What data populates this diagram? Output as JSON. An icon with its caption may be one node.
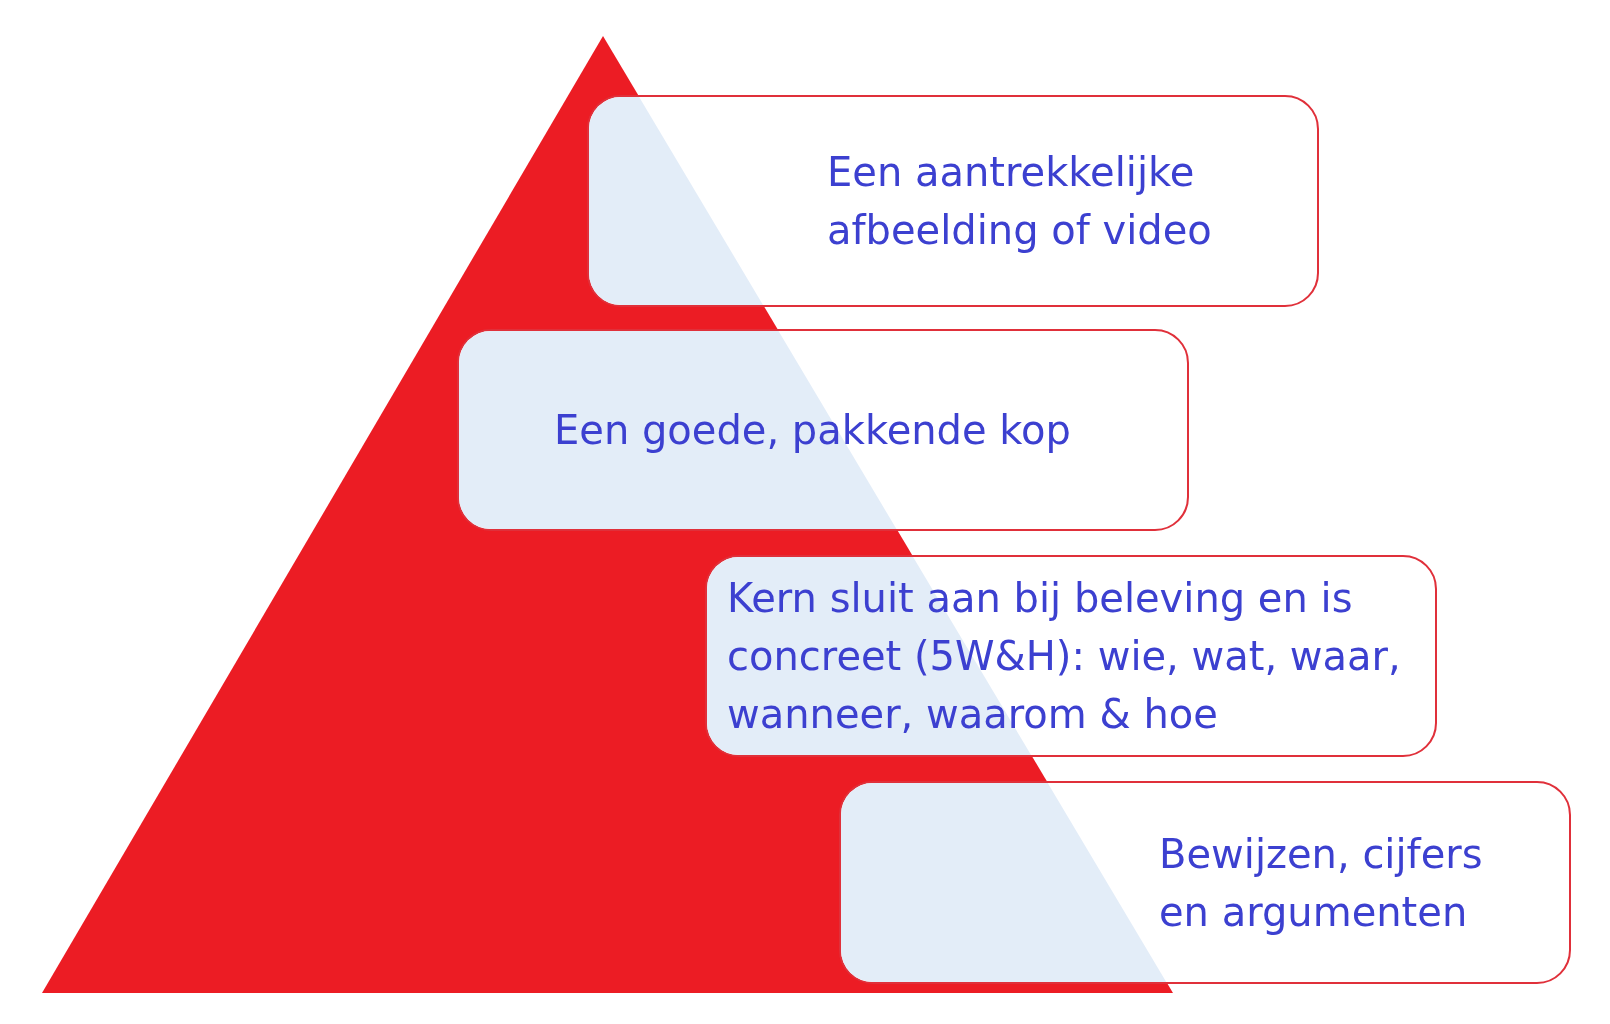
{
  "diagram": {
    "nodes": [
      {
        "text": [
          "Een aantrekkelijke afbeelding of video"
        ]
      },
      {
        "text": [
          "Een goede, pakkende kop"
        ]
      },
      {
        "text": [
          "Kern sluit aan bij beleving en is concreet (5W&H): wie, wat, waar, wanneer, waarom & hoe"
        ]
      },
      {
        "text": [
          "Bewijzen, cijfers en argumenten"
        ]
      }
    ],
    "edges": []
  }
}
